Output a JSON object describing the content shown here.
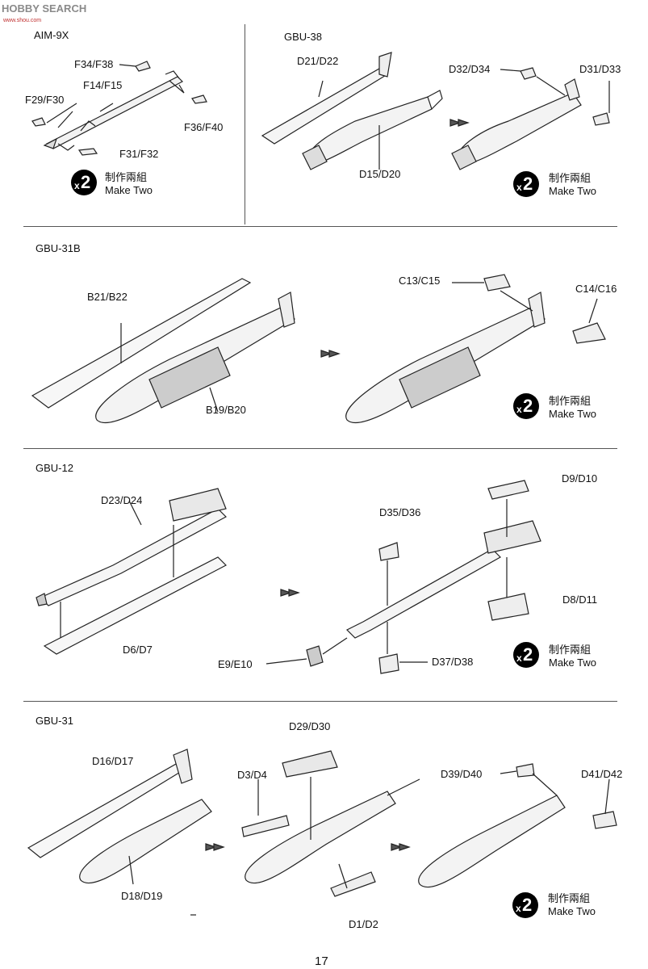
{
  "watermark": {
    "text": "HOBBY SEARCH",
    "sub": "www.shou.com"
  },
  "make_two": {
    "count": "2",
    "times": "x",
    "zh": "制作兩組",
    "en": "Make Two"
  },
  "sections": {
    "aim9x": {
      "title": "AIM-9X",
      "parts": [
        "F34/F38",
        "F14/F15",
        "F29/F30",
        "F36/F40",
        "F31/F32"
      ]
    },
    "gbu38": {
      "title": "GBU-38",
      "parts": [
        "D21/D22",
        "D15/D20",
        "D32/D34",
        "D31/D33"
      ]
    },
    "gbu31b": {
      "title": "GBU-31B",
      "parts": [
        "B21/B22",
        "B19/B20",
        "C13/C15",
        "C14/C16"
      ]
    },
    "gbu12": {
      "title": "GBU-12",
      "parts": [
        "D23/D24",
        "D6/D7",
        "D9/D10",
        "D35/D36",
        "D8/D11",
        "E9/E10",
        "D37/D38"
      ]
    },
    "gbu31": {
      "title": "GBU-31",
      "parts": [
        "D29/D30",
        "D16/D17",
        "D3/D4",
        "D18/D19",
        "D1/D2",
        "D39/D40",
        "D41/D42"
      ]
    }
  },
  "page_number": "17"
}
